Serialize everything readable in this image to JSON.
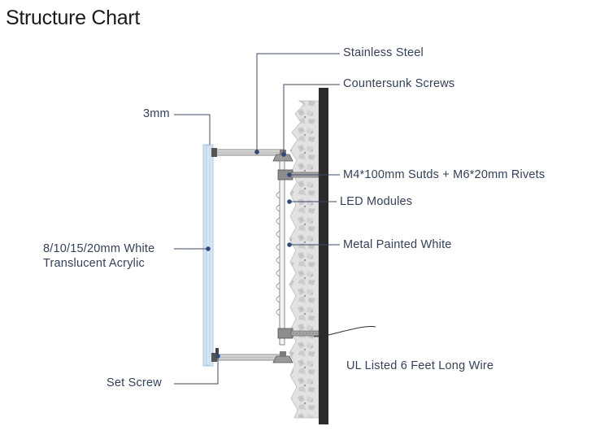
{
  "title": "Structure Chart",
  "labels": {
    "stainless_steel": "Stainless Steel",
    "countersunk_screws": "Countersunk Screws",
    "thickness": "3mm",
    "studs_rivets": "M4*100mm Sutds + M6*20mm Rivets",
    "led_modules": "LED Modules",
    "acrylic_line1": "8/10/15/20mm White",
    "acrylic_line2": "Translucent Acrylic",
    "metal_painted": "Metal Painted White",
    "wire": "UL Listed 6 Feet Long Wire",
    "set_screw": "Set Screw"
  },
  "colors": {
    "leader": "#3a4a66",
    "dot": "#2f4a7a",
    "wall_dark": "#2b2b2b",
    "stone": "#e4e4e4",
    "acrylic": "#cfe3f1"
  }
}
